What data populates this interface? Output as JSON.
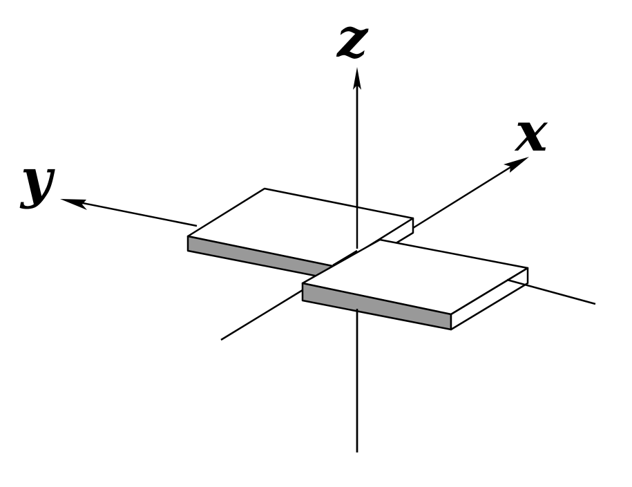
{
  "axes": {
    "x_label": "x",
    "y_label": "y",
    "z_label": "z"
  },
  "colors": {
    "background": "#ffffff",
    "stroke": "#000000",
    "plate_top": "#ffffff",
    "plate_side": "#999999"
  }
}
